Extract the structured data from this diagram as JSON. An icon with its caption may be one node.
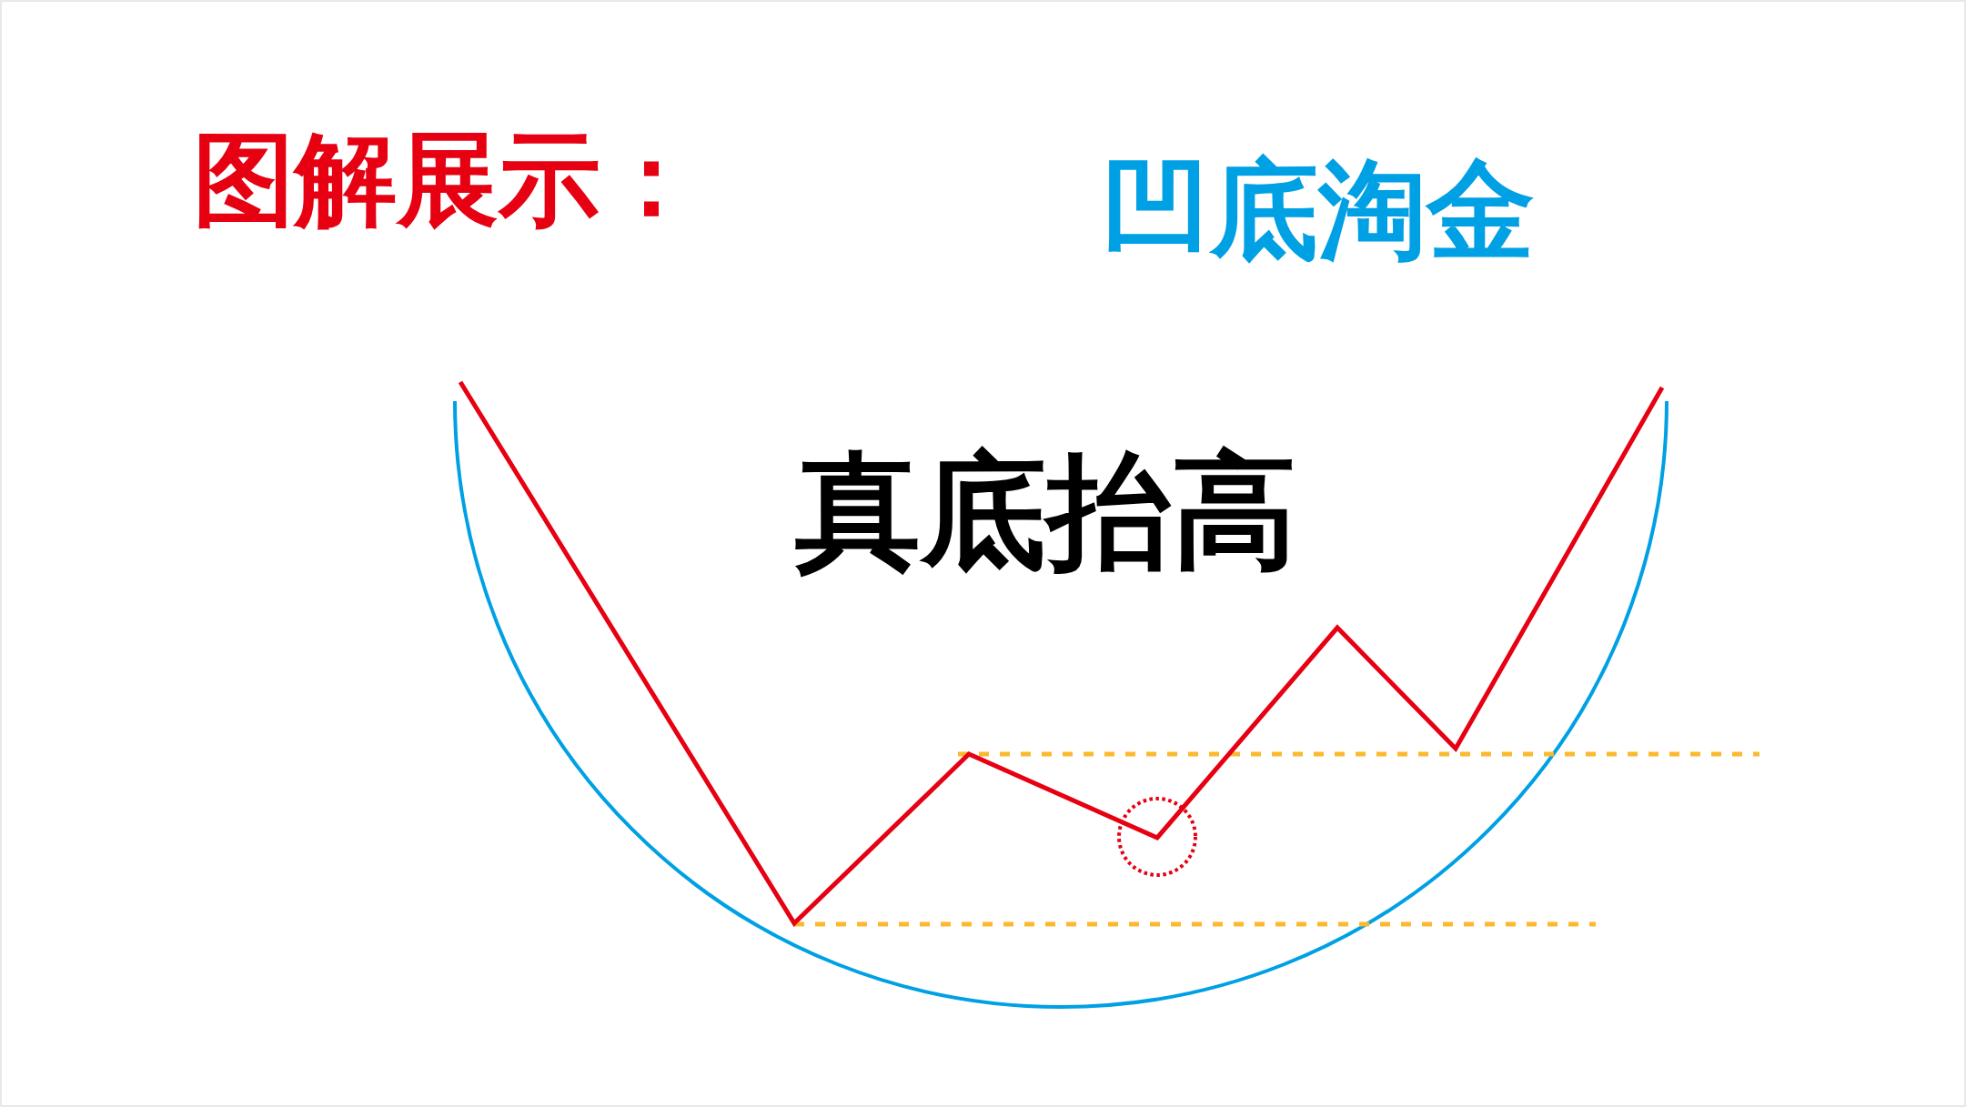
{
  "diagram": {
    "title": "图解展示：",
    "labels": [
      "凹底淘金",
      "真底抬高"
    ]
  }
}
